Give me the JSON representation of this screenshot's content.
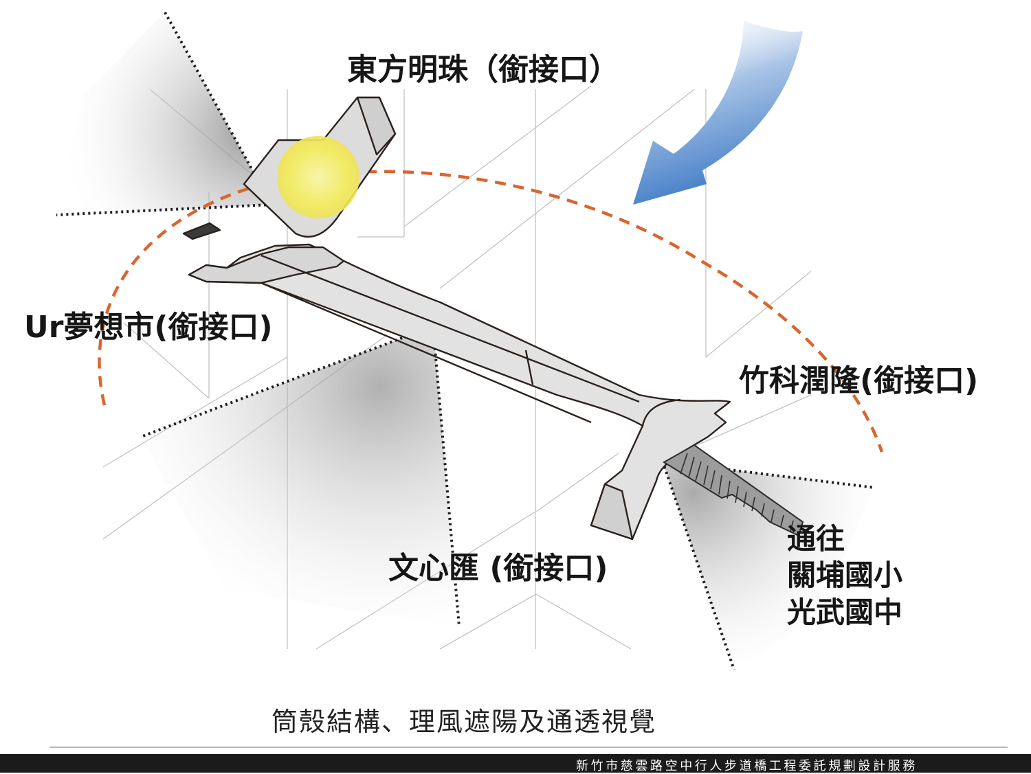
{
  "labels": {
    "pearl": "東方明珠（銜接口）",
    "ur": "Ur夢想市(銜接口)",
    "hsinchu_science": "竹科潤隆(銜接口)",
    "wenxin": "文心匯 (銜接口)",
    "schools": "通往\n關埔國小\n光武國中"
  },
  "caption": "筒殼結構、理風遮陽及通透視覺",
  "footer": "新竹市慈雲路空中行人步道橋工程委託規劃設計服務",
  "colors": {
    "deck_fill": "#dfdfdf",
    "deck_stroke": "#2a201c",
    "shadow": "#9a9a9a",
    "orange_path": "#d9652f",
    "wind_arrow": "#4d86c9",
    "sun": "#f6ef62",
    "grid_lines": "#bdbdbd",
    "footer_bg": "#1b1b1b"
  },
  "icons": {
    "sun": "sun-icon",
    "wind": "wind-arrow-icon",
    "stairs": "staircase-icon"
  }
}
